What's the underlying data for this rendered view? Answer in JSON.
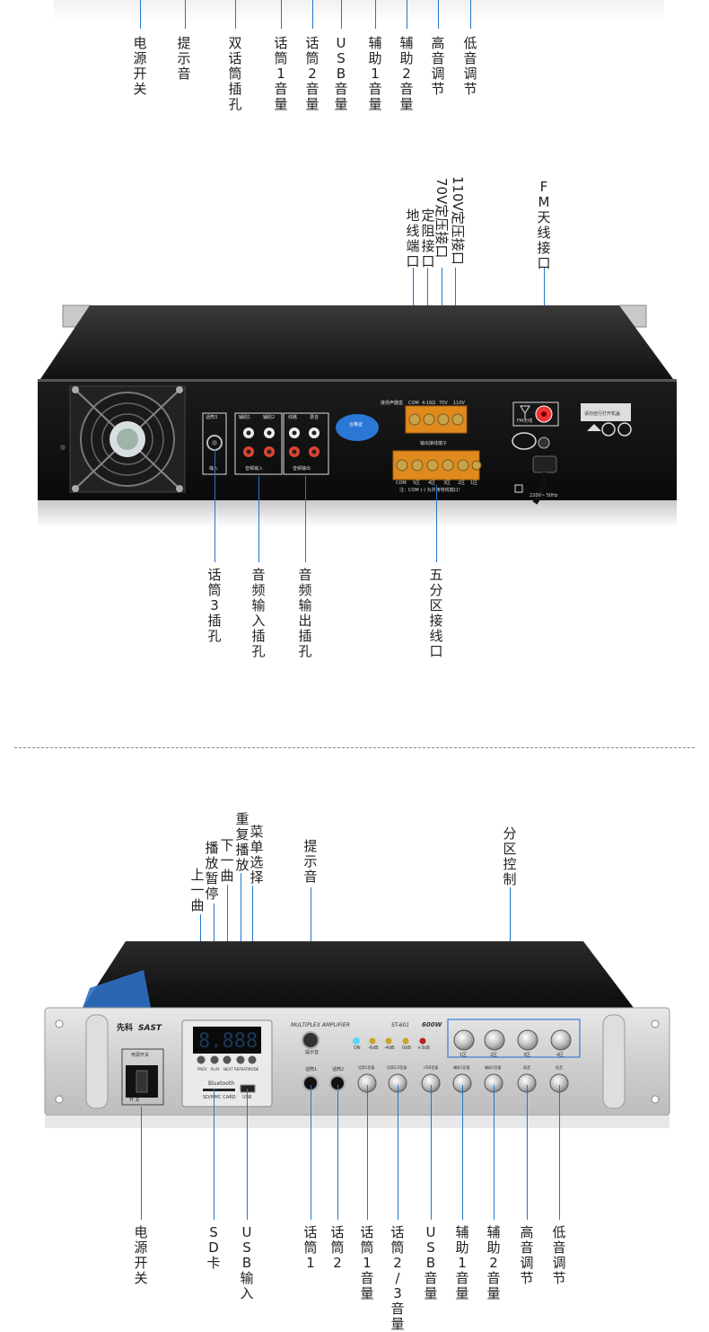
{
  "top_section": {
    "labels": [
      {
        "id": "power",
        "text": "电源开关"
      },
      {
        "id": "prompt",
        "text": "提示音"
      },
      {
        "id": "dual-mic",
        "text": "双话筒插孔"
      },
      {
        "id": "mic1",
        "text": "话筒1音量"
      },
      {
        "id": "mic2",
        "text": "话筒2音量"
      },
      {
        "id": "usb",
        "text": "USB音量"
      },
      {
        "id": "aux1",
        "text": "辅助1音量"
      },
      {
        "id": "aux2",
        "text": "辅助2音量"
      },
      {
        "id": "treble",
        "text": "高音调节"
      },
      {
        "id": "bass",
        "text": "低音调节"
      }
    ]
  },
  "rear_panel": {
    "top_labels": {
      "gnd": "地线端口",
      "fixed_r": "定阻接口",
      "v70": "70V定压接口",
      "v110": "110V定压接口",
      "fm": "FM天线接口"
    },
    "bottom_labels": {
      "mic3": "话筒3插孔",
      "audio_in": "音频输入插孔",
      "audio_out": "音频输出插孔",
      "zones": "五分区接线口"
    },
    "panel_text": {
      "mic3_hdr": "话筒3",
      "mic3_ftr": "输入",
      "aux1": "辅助1",
      "aux2": "辅助2",
      "line": "线路",
      "rec": "录音",
      "in_ftr": "音频输入",
      "out_ftr": "音频输出",
      "term_hdr_l": "接扬声器盒",
      "term_com": "COM",
      "term_r": "4-16Ω",
      "term_70": "70V",
      "term_110": "110V",
      "zone_hdr": "输出接线端子",
      "zone_com": "COM",
      "zone5": "5区",
      "zone4": "4区",
      "zone3": "3区",
      "zone2": "2区",
      "zone1": "1区",
      "zone_note": "注：COM (-) 为共用地线端口！",
      "fm_lbl": "FM天线",
      "warn": "请勿自行打开机盖",
      "seal": "合格证",
      "rating": "220V~ 50Hz"
    }
  },
  "front_panel": {
    "top_labels": {
      "prev": "上一曲",
      "play": "播放暂停",
      "next": "下一曲",
      "repeat": "重复播放",
      "menu": "菜单选择",
      "prompt": "提示音",
      "zone": "分区控制"
    },
    "bottom_labels": {
      "power": "电源开关",
      "sd": "SD卡",
      "usb_in": "USB输入",
      "mic1": "话筒1",
      "mic2": "话筒2",
      "mic1v": "话筒1音量",
      "mic23v": "话筒2/3音量",
      "usbv": "USB音量",
      "aux1v": "辅助1音量",
      "aux2v": "辅助2音量",
      "treble": "高音调节",
      "bass": "低音调节"
    },
    "panel_text": {
      "brand_cn": "先科",
      "brand_en": "SAST",
      "model_desc": "MULTIPLEX AMPLIFIER",
      "model": "ST-601",
      "power_w": "600W",
      "power_box": "电源开关",
      "on_off": "开    关",
      "bluetooth": "Bluetooth",
      "card": "SD/MMC CARD",
      "usb": "USB",
      "prompt_lbl": "提示音",
      "mic1": "话筒1",
      "mic2": "话筒2",
      "knob_labels": [
        "话筒1音量",
        "话筒2/3音量",
        "USB音量",
        "辅助1音量",
        "辅助2音量",
        "高音",
        "低音"
      ],
      "zone_knobs": [
        "1区",
        "2区",
        "3区",
        "4区"
      ],
      "leds": [
        "ON",
        "-6dB",
        "-4dB",
        "0dB",
        "+3dB"
      ],
      "btns": [
        "PREV",
        "PLAY",
        "NEXT",
        "REPEAT",
        "MODE"
      ]
    }
  }
}
